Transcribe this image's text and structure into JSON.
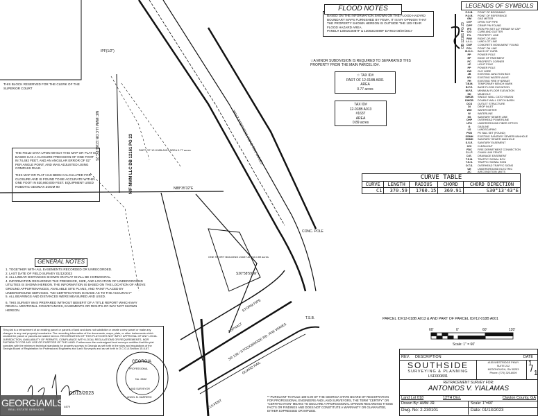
{
  "clerk_block": {
    "text": "THIS BLOCK RESERVED FOR THE CLERK OF THE SUPERIOR COURT"
  },
  "closure_note": {
    "p1": "THE FIELD DATA UPON WHICH THIS MAP OR PLAT IS BASED HAS A CLOSURE PRECISION OF ONE FOOT IN 74,492 FEET, AND AN ANGULAR ERROR OF 02\" PER ANGLE POINT, AND WAS ADJUSTED USING COMPASS RULE.",
    "p2": "THIS MAP OR PLAT HAS BEEN CALCULATED FOR CLOSURE AND IS FOUND TO BE ACCURATE WITHIN ONE FOOT IN 830,860,000 FEET. EQUIPMENT USED ROBOTIC GEOMAX ZOOM 90"
  },
  "general_notes": {
    "title": "GENERAL NOTES",
    "items": [
      "1. TOGETHER WITH ALL EASEMENTS RECORDED OR UNRECORDED.",
      "2. LAST DATE OF FIELD SURVEY 01/12/2023",
      "3. ALL LINEAR DISTANCES SHOWN ON PLAT SHALL BE HORIZONTAL.",
      "4. INFORMATION REGARDING THE PRESENCE, SIZE, AND LOCATION OF UNDERGROUND UTILITIES IS SHOWN HEREON. THE INFORMATION IS BASED ON THE LOCATION OF ABOVE GROUND APPURTENANCES, AVAILABLE SITE PLANS, AND PAINT PLACED BY UNDERGROUND SERVICES. \"NO CERTIFICATION IS MADE AS TO THE ACCURACY\"",
      "5. ALL BEARINGS AND DISTANCES WERE MEASURED AND USED.",
      "6. THIS SURVEY WAS PREPARED WITHOUT BENEFIT OF A TITLE REPORT WHICH MAY REVEAL ADDITIONAL CONVEYANCES, EASEMENTS OR RIGHTS-OF-WAY NOT SHOWN HEREON."
    ]
  },
  "disclaimer": "This plat is a retracement of an existing parcel or parcels of land and does not subdivide or create a new parcel or make any changes to any real property boundaries. The recording information of the documents, maps, plats, or other instruments which created the parcel or parcels are stated hereon. RECORDATION OF THIS PLAT DOES NOT IMPLY APPROVAL OF ANY LOCAL JURISDICTION, AVAILABILITY OF PERMITS, COMPLIANCE WITH LOCAL REGULATIONS OR REQUIREMENTS, NOR SUITABILITY FOR ANY USE OR PURPOSE OF THE LAND. Furthermore the undersigned land surveyor certifies that this plat complies with the minimum technical standards for property surveys in Georgia as set forth in the rules and regulations of the Georgia Board of Registration for Professional Engineers and Land Surveyors and as set forth in O.C.G.A.Section 15-6-67.",
  "signature": {
    "signer": "Angel M Marrero",
    "date": "01/13/2023",
    "number": "4479"
  },
  "seal": {
    "top": "GEORGIA",
    "middle": "PROFESSIONAL",
    "no": "No. 2642",
    "bottom": "LAND SURVEYOR",
    "name": "ANGEL M. MARRERO"
  },
  "watermark": {
    "brand": "GEORGIAMLS",
    "sub": "REAL ESTATE SERVICES"
  },
  "flood_notes": {
    "title": "FLOOD NOTES",
    "text": "BASED ON THE INFORMATION SHOWN ON THE FLOOD HAZARD BOUNDARY MAPS FURNISHED BY FEMA, IT IS MY OPINION THAT THE PROPERTY SHOWN HEREON IS OUTSIDE THE 100-YEAR FLOOD HAZARD AREA.",
    "panel": "PANEL# 13063C0087F & 13063C0089F  DATED 08/07/2017"
  },
  "minor_subdivision": "A MINOR SUBDIVISION IS REQUIRED TO SEPARATED THIS PROPERTY FROM THE MAIN PARCEL ID#.",
  "tax_boxes": [
    {
      "l1": "TAX ID#",
      "l2": "PART OF 12-018B A001",
      "l3": "AREA",
      "l4": "0.77 acres"
    },
    {
      "l1": "TAX ID#",
      "l2": "12-018B A013",
      "l3": "#1637",
      "l4": "AREA",
      "l5": "0.89 acres"
    }
  ],
  "legend": {
    "title": "LEGENDS OF SYMBOLS",
    "items": [
      [
        "P.O.B.",
        "POINT OF BEGINNING"
      ],
      [
        "P.O.R.",
        "POINT OF REFERENCE"
      ],
      [
        "GM",
        "GAS METER"
      ],
      [
        "OTP",
        "OPEN TOP PIPE"
      ],
      [
        "CIPF",
        "CRIMP PIN FOUND"
      ],
      [
        "IPS",
        "IRON PIN SET 1/2\" REBAR W/ CAP"
      ],
      [
        "C/G",
        "CURB AND GUTTER"
      ],
      [
        "P/L",
        "PROPERTY LINE"
      ],
      [
        "R/W",
        "RIGHT-OF-WAY"
      ],
      [
        "L.L.L.",
        "LAND LOT LINE"
      ],
      [
        "CMF",
        "CONCRETE MONUMENT FOUND"
      ],
      [
        "POL",
        "POINT ON LINE"
      ],
      [
        "B.O.C.",
        "BACK OF CURB"
      ],
      [
        "PP",
        "POWER POLE"
      ],
      [
        "EP",
        "EDGE OF PAVEMENT"
      ],
      [
        "PC",
        "PROPERTY CORNER"
      ],
      [
        "LP",
        "LIGHT POLE"
      ],
      [
        "PP",
        "POWER POLE"
      ],
      [
        "GW",
        "GUY WIRE"
      ],
      [
        "JB",
        "EXISTING JUNCTION BOX"
      ],
      [
        "WV",
        "EXISTING WATER VALVE"
      ],
      [
        "FH",
        "EXISTING FIRE HYDRANT"
      ],
      [
        "T.B.M.",
        "TEMPORARY BENCH MARK"
      ],
      [
        "B.F.E.",
        "BASE FLOOD ELEVATION"
      ],
      [
        "M.F.E.",
        "MINIMUM FLOOR ELEVATION"
      ],
      [
        "SD",
        "MANHOLE"
      ],
      [
        "SWCB",
        "SINGLE WALL CATCH BASIN"
      ],
      [
        "DWCB",
        "DOUBLE WALL CATCH BASIN"
      ],
      [
        "OCS",
        "OUTLET STRUCTURE"
      ],
      [
        "DI",
        "DROP INLET"
      ],
      [
        "WM",
        "WATER METER"
      ],
      [
        "W",
        "WATERLINE"
      ],
      [
        "SS",
        "SANITARY SEWER LINE"
      ],
      [
        "OHP",
        "OVERHEAD POWERLINE"
      ],
      [
        "UFO",
        "UNDERGROUND FIBER OPTICS"
      ],
      [
        "G",
        "GASLINE"
      ],
      [
        "LS",
        "LANDSCAPING"
      ],
      [
        "PKN",
        "PK NAIL SET (FOUND)"
      ],
      [
        "SSMH",
        "EXISTING SANITARY SEWER MANHOLE"
      ],
      [
        "SSMH",
        "SANITARY SEWER MANHOLE"
      ],
      [
        "S.S.E.",
        "SANITARY EASEMENT"
      ],
      [
        "C/O",
        "CLEAN-OUT"
      ],
      [
        "FDC",
        "FIRE DEPARTMENT CONNECTION"
      ],
      [
        "C.L.F.",
        "CHAIN LINK FENCE"
      ],
      [
        "D.E.",
        "DRAINAGE EASEMENT"
      ],
      [
        "T.S.B.",
        "TRAFFIC SIGNAL BOX"
      ],
      [
        "T.S.S.",
        "TRAFFIC SIGNAL SIGN"
      ],
      [
        "O.T.S.",
        "OVERHEAD TRAFFIC SIGNS"
      ],
      [
        "UE",
        "UNDERGROUND ELECTRIC"
      ],
      [
        "AC",
        "AIRCONDITION UNITS"
      ]
    ]
  },
  "curve_table": {
    "title": "CURVE TABLE",
    "headers": [
      "CURVE",
      "LENGTH",
      "RADIUS",
      "CHORD",
      "CHORD DIRECTION"
    ],
    "row": [
      "C1",
      "370.59",
      "1760.15",
      "369.91",
      "S30°13'43\"E"
    ]
  },
  "parcel_label": "PARCEL ID#12-018B A013 & AND PART OF PARCEL ID#12-018B A001",
  "scale_bar": {
    "labels": [
      "60'",
      "0'",
      "60'",
      "120'"
    ],
    "text": "Scale: 1\" = 60'"
  },
  "map_labels": {
    "walt_stephens": "WALT STEPHENS ROAD R/W VARIES",
    "sr138": "SR 138 / STOCKBRIDGE RD. R/W VARIES",
    "asphalt": "ASPHALT",
    "guard_rail": "GUARD RAIL",
    "building": "ONE STORY BUILDING #1637 AREA 0.89 acres",
    "part_of": "PART OF 12-018B A001 AREA 0.77 acres",
    "adjoiner1": "N/F MMM LLC DB 12161 PG 23",
    "adjoiner2": "N/F MMM LLC DB 12161 PG 23",
    "ipf": "IPF(1/2\")",
    "conc_pole": "CONC. POLE",
    "storm_pipe": "STORM PIPE",
    "culvert": "CULVERT",
    "bearing1": "N88°35'32\"E",
    "bearing2": "S26°58'59\"W",
    "tsb": "T.S.B.",
    "north_ref": "DB 12161 PG 23"
  },
  "pursuant_note": "** PURSUANT TO RULE 180-6.09 OF THE GEORGIA STATE BOARD OF REGISTRATION FOR PROFESSIONAL ENGINEERS AND LAND SURVEYORS, THE TERM \"CERTIFY\" OR \"CERTIFICATION\" MEANS TO DECLARE A PROFESSIONAL OPINION REGARDING THOSE FACTS OR FINDINGS AND DOES NOT CONSTITUTE A WARRANTY OR GUARANTEE, EITHER EXPRESSED OR IMPLIED.",
  "title_block": {
    "rev": "REV.",
    "description": "DESCRIPTION",
    "date_h": "DATE",
    "company": "SOUTHSIDE",
    "company_sub": "SURVEYING & PLANNING",
    "license": "LSF000831",
    "address": [
      "#155 WESTRIDGE PKWY",
      "SUITE 212",
      "MCDONOUGH, GA 30253",
      "Phone: (770) 320-8009"
    ],
    "sheet_num": "1",
    "sheet_total": "1",
    "retracement": "RETRACEMENT SURVEY FOR:",
    "client": "ANTONIOS V. YIALAMAS",
    "land_lot": "Land Lot 018",
    "district": "12TH Dist.",
    "county": "Clayton County, GA",
    "drawn": "Drawn By: AMM JR.",
    "scale": "Scale: 1\"=60'",
    "dwg": "Dwg. No: 2-230101",
    "date": "Date: 01/13/2023"
  }
}
